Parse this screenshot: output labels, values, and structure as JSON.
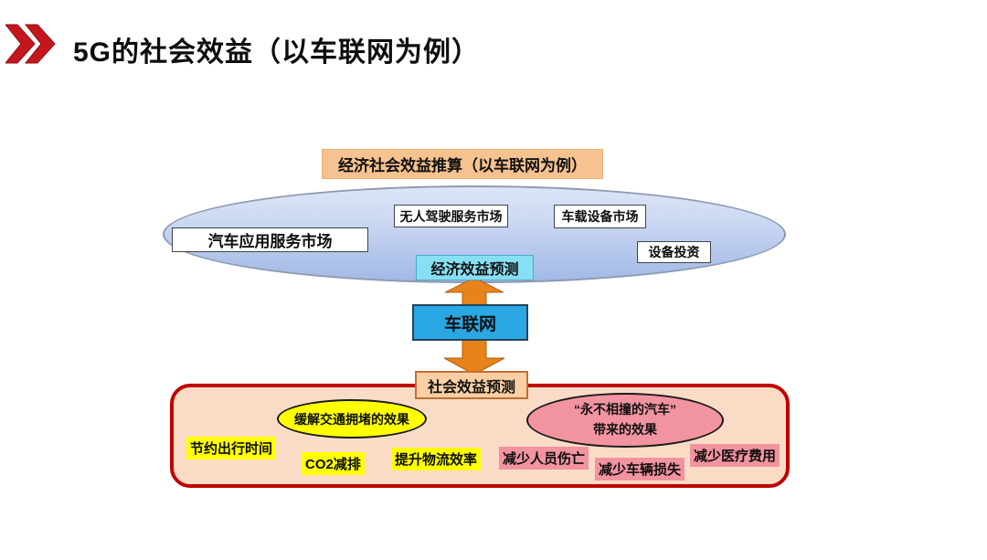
{
  "slide": {
    "title": "5G的社会效益（以车联网为例）"
  },
  "diagram": {
    "estimation_header": "经济社会效益推算（以车联网为例）",
    "market_items": [
      "汽车应用服务市场",
      "无人驾驶服务市场",
      "车载设备市场",
      "设备投资"
    ],
    "economic_forecast_label": "经济效益预测",
    "core_label": "车联网",
    "social_forecast_label": "社会效益预测",
    "congestion_ellipse_label": "缓解交通拥堵的效果",
    "congestion_items": [
      "节约出行时间",
      "CO2减排",
      "提升物流效率"
    ],
    "collision_ellipse_line1": "“永不相撞的汽车”",
    "collision_ellipse_line2": "带来的效果",
    "collision_items": [
      "减少人员伤亡",
      "减少车辆损失",
      "减少医疗费用"
    ],
    "colors": {
      "title_chevron_red": "#c4161c",
      "estimation_box_fill": "#f6c28f",
      "market_ellipse_fill_top": "#dde5f7",
      "market_ellipse_fill_bottom": "#a2b9e7",
      "economic_box_fill": "#87dff4",
      "core_box_fill": "#29a8e4",
      "arrow_orange": "#e8821a",
      "social_box_fill": "#f9cfa3",
      "panel_fill": "#fadcc6",
      "panel_border_red": "#c00000",
      "congestion_yellow": "#ffff00",
      "collision_pink": "#f293a0"
    }
  }
}
